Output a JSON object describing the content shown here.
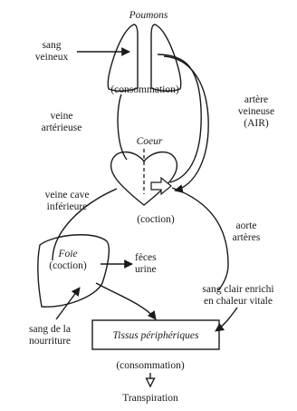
{
  "labels": {
    "poumons": "Poumons",
    "sang_veineux_1": "sang",
    "sang_veineux_2": "veineux",
    "consommation_poumons": "(consommation)",
    "veine_arterieuse_1": "veine",
    "veine_arterieuse_2": "artérieuse",
    "artere_veineuse_1": "artère",
    "artere_veineuse_2": "veineuse",
    "artere_veineuse_3": "(AIR)",
    "coeur": "Coeur",
    "coction_coeur": "(coction)",
    "veine_cave_1": "veine cave",
    "veine_cave_2": "inférieure",
    "aorte_1": "aorte",
    "aorte_2": "artères",
    "foie": "Foie",
    "coction_foie": "(coction)",
    "feces": "fèces",
    "urine": "urine",
    "sang_clair_1": "sang clair enrichi",
    "sang_clair_2": "en chaleur vitale",
    "nourriture_1": "sang de la",
    "nourriture_2": "nourriture",
    "tissus": "Tissus périphériques",
    "consommation_tissus": "(consommation)",
    "transpiration": "Transpiration"
  }
}
